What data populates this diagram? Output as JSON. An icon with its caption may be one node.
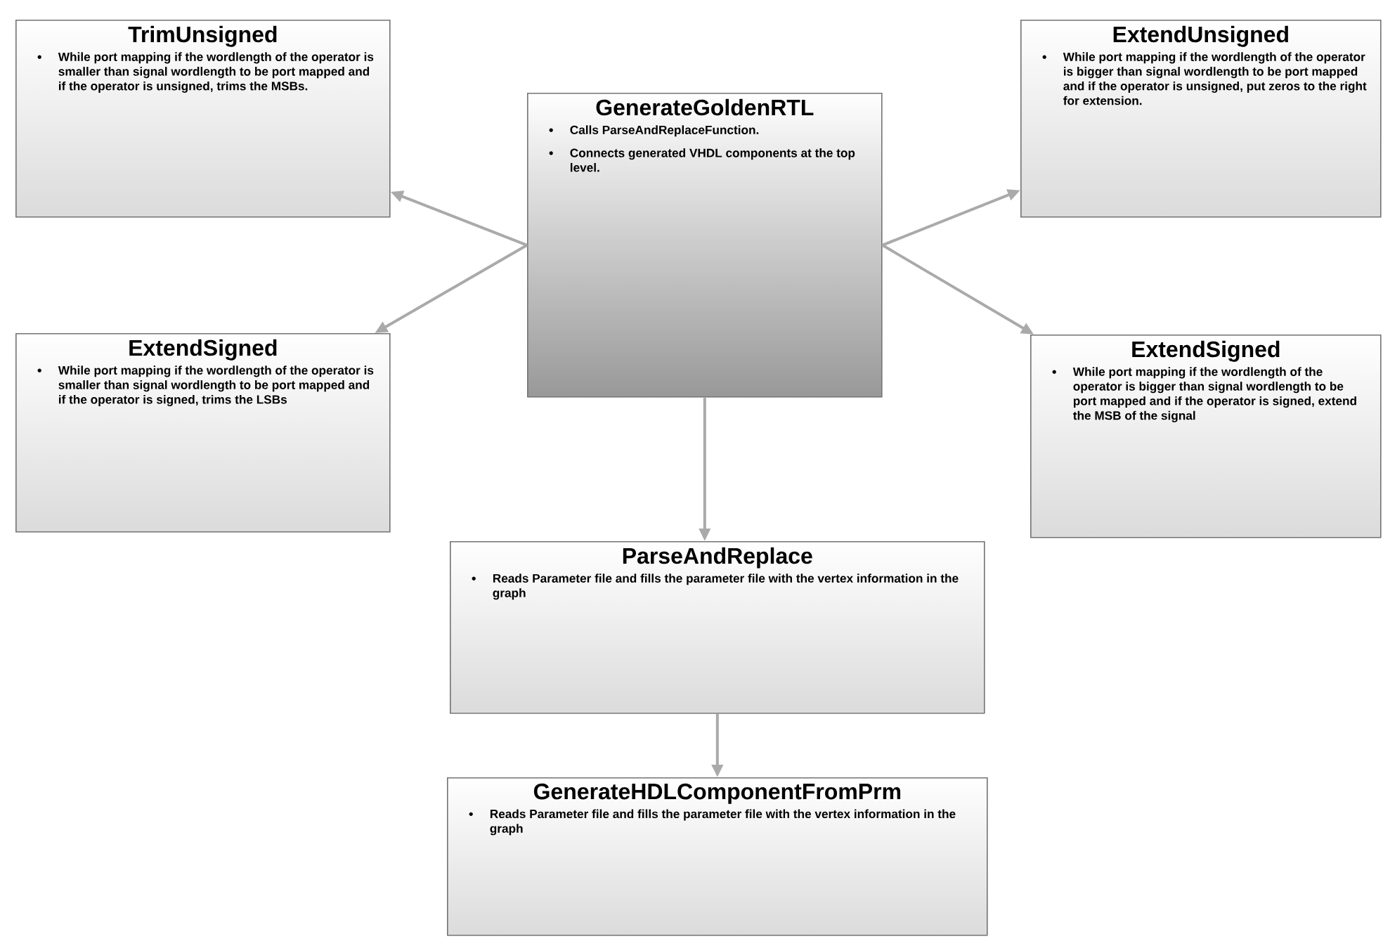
{
  "diagram": {
    "nodes": [
      {
        "text": [
          "TrimUnsigned",
          "While port mapping if the wordlength of the operator is smaller than signal wordlength to be port mapped and if the operator is unsigned, trims the MSBs."
        ]
      },
      {
        "text": [
          "GenerateGoldenRTL",
          "Calls ParseAndReplaceFunction.",
          "Connects generated VHDL components at the top level."
        ]
      },
      {
        "text": [
          "ExtendUnsigned",
          "While port mapping if the wordlength of the operator is bigger than signal wordlength to be port mapped and if the operator is unsigned, put zeros to the right for extension."
        ]
      },
      {
        "text": [
          "ExtendSigned",
          "While port mapping if the wordlength of the operator is smaller than signal wordlength to be port mapped and if the operator is signed, trims the LSBs"
        ]
      },
      {
        "text": [
          "ExtendSigned",
          "While port mapping if the wordlength of the operator is bigger than signal wordlength to be port mapped and if the operator is signed, extend the MSB of the signal"
        ]
      },
      {
        "text": [
          "ParseAndReplace",
          "Reads Parameter file and fills the parameter file with the vertex information in the graph"
        ]
      },
      {
        "text": [
          "GenerateHDLComponentFromPrm",
          "Reads Parameter file and fills the parameter file with the vertex information in the graph"
        ]
      }
    ],
    "edges": [
      {
        "from": 1,
        "to": 0,
        "arrow": "to"
      },
      {
        "from": 1,
        "to": 3,
        "arrow": "to"
      },
      {
        "from": 1,
        "to": 2,
        "arrow": "to"
      },
      {
        "from": 1,
        "to": 4,
        "arrow": "to"
      },
      {
        "from": 1,
        "to": 5,
        "arrow": "to"
      },
      {
        "from": 5,
        "to": 6,
        "arrow": "to"
      }
    ]
  }
}
